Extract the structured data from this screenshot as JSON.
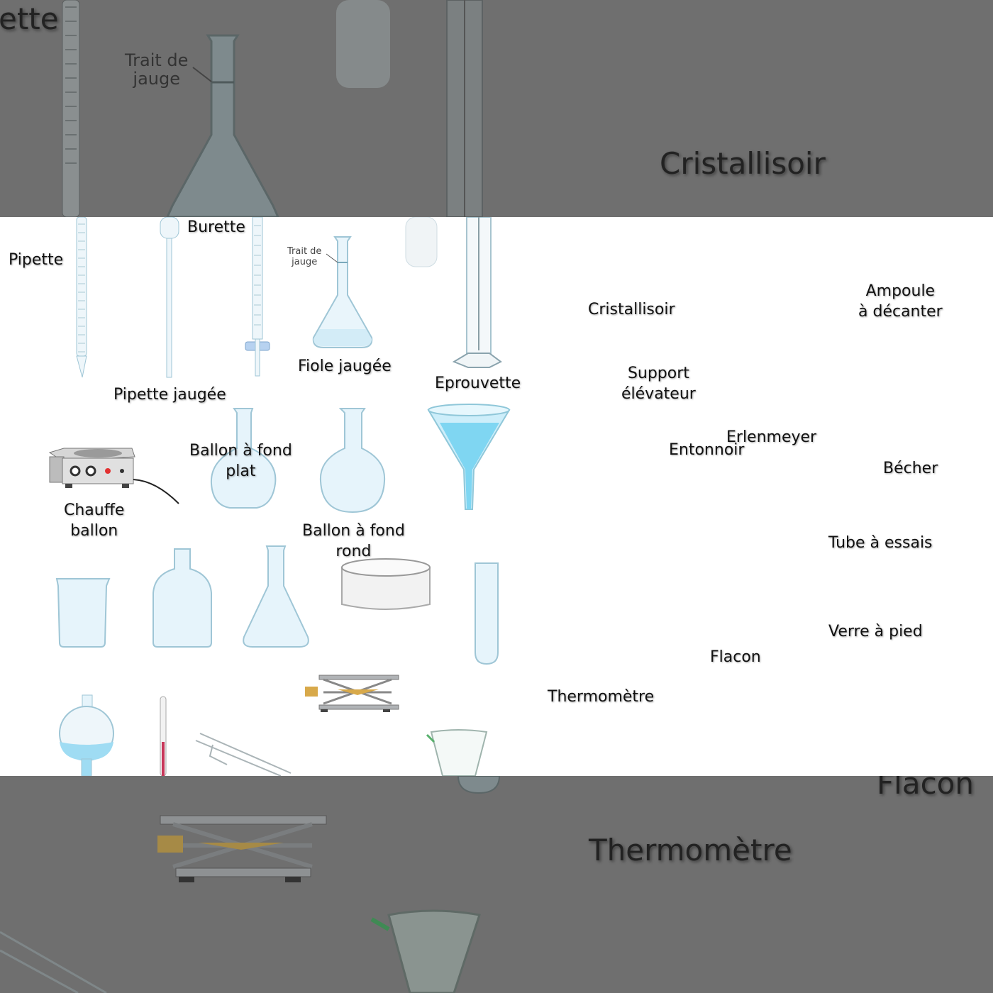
{
  "top_band": {
    "partial_label": "ette",
    "trait_label": "Trait de\njauge",
    "cristallisoir": "Cristallisoir"
  },
  "main": {
    "labels": {
      "pipette": "Pipette",
      "burette": "Burette",
      "trait_de_jauge": "Trait de\njauge",
      "fiole_jaugee": "Fiole jaugée",
      "pipette_jaugee": "Pipette jaugée",
      "eprouvette": "Eprouvette",
      "cristallisoir": "Cristallisoir",
      "ampoule": "Ampoule\nà décanter",
      "support": "Support\nélévateur",
      "erlenmeyer": "Erlenmeyer",
      "entonnoir": "Entonnoir",
      "becher": "Bécher",
      "ballon_plat": "Ballon à fond\nplat",
      "chauffe_ballon": "Chauffe\nballon",
      "ballon_rond": "Ballon à fond\nrond",
      "tube_essais": "Tube à essais",
      "verre_pied": "Verre à pied",
      "flacon": "Flacon",
      "thermometre": "Thermomètre"
    }
  },
  "bottom_band": {
    "flacon": "Flacon",
    "thermometre": "Thermomètre"
  },
  "colors": {
    "glass_fill": "#e6f4fb",
    "glass_stroke": "#9fc6d6",
    "liquid": "#9fdcf3",
    "funnel_liquid": "#7fd6f2",
    "overlay_band": "#6f6f6f"
  }
}
